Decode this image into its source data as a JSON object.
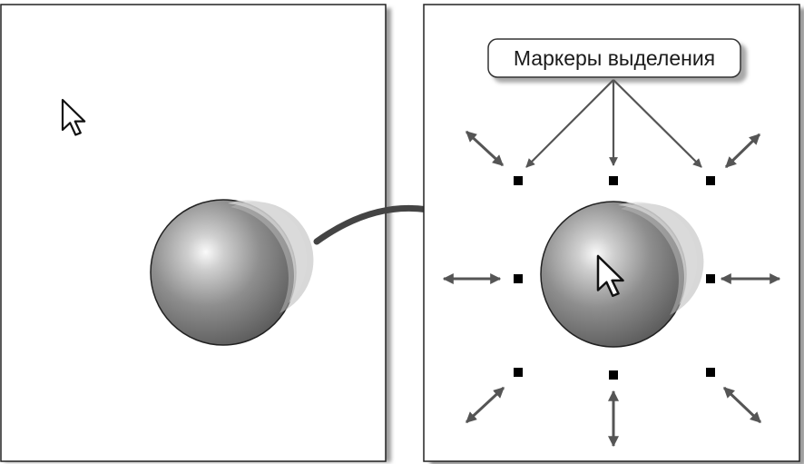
{
  "diagram": {
    "callout_label": "Маркеры выделения",
    "panels": [
      {
        "name": "before",
        "state": "unselected"
      },
      {
        "name": "after",
        "state": "selected"
      }
    ],
    "selection_handles": [
      "top-left",
      "top",
      "top-right",
      "left",
      "right",
      "bottom-left",
      "bottom",
      "bottom-right"
    ],
    "icons": [
      "pointer-cursor-icon",
      "sphere-object",
      "transition-arrow-icon",
      "resize-arrow-icon"
    ],
    "colors": {
      "frame": "#2a2a2a",
      "shadow": "#9a9a9a",
      "arrow": "#555555",
      "handle": "#000000",
      "sphere_dark": "#6e6e6e",
      "sphere_light": "#f2f2f2"
    }
  }
}
